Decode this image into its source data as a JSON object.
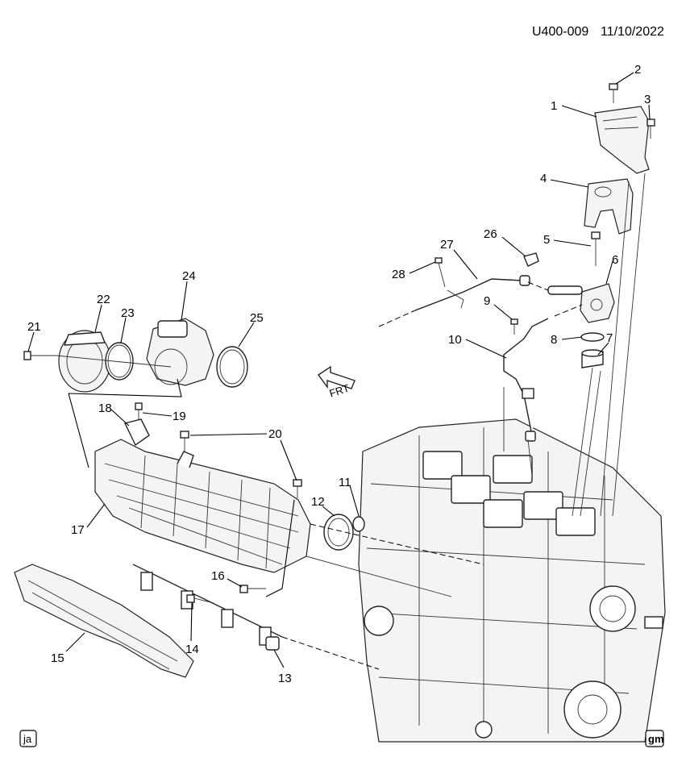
{
  "header": {
    "diagram_code": "U400-009",
    "date": "11/10/2022"
  },
  "badges": {
    "left": "ja",
    "right": "gm"
  },
  "direction_marker": {
    "label": "FRT"
  },
  "callouts": [
    "1",
    "2",
    "3",
    "4",
    "5",
    "6",
    "7",
    "8",
    "9",
    "10",
    "11",
    "12",
    "13",
    "14",
    "15",
    "16",
    "17",
    "18",
    "19",
    "20",
    "21",
    "22",
    "23",
    "24",
    "25",
    "26",
    "27",
    "28"
  ]
}
